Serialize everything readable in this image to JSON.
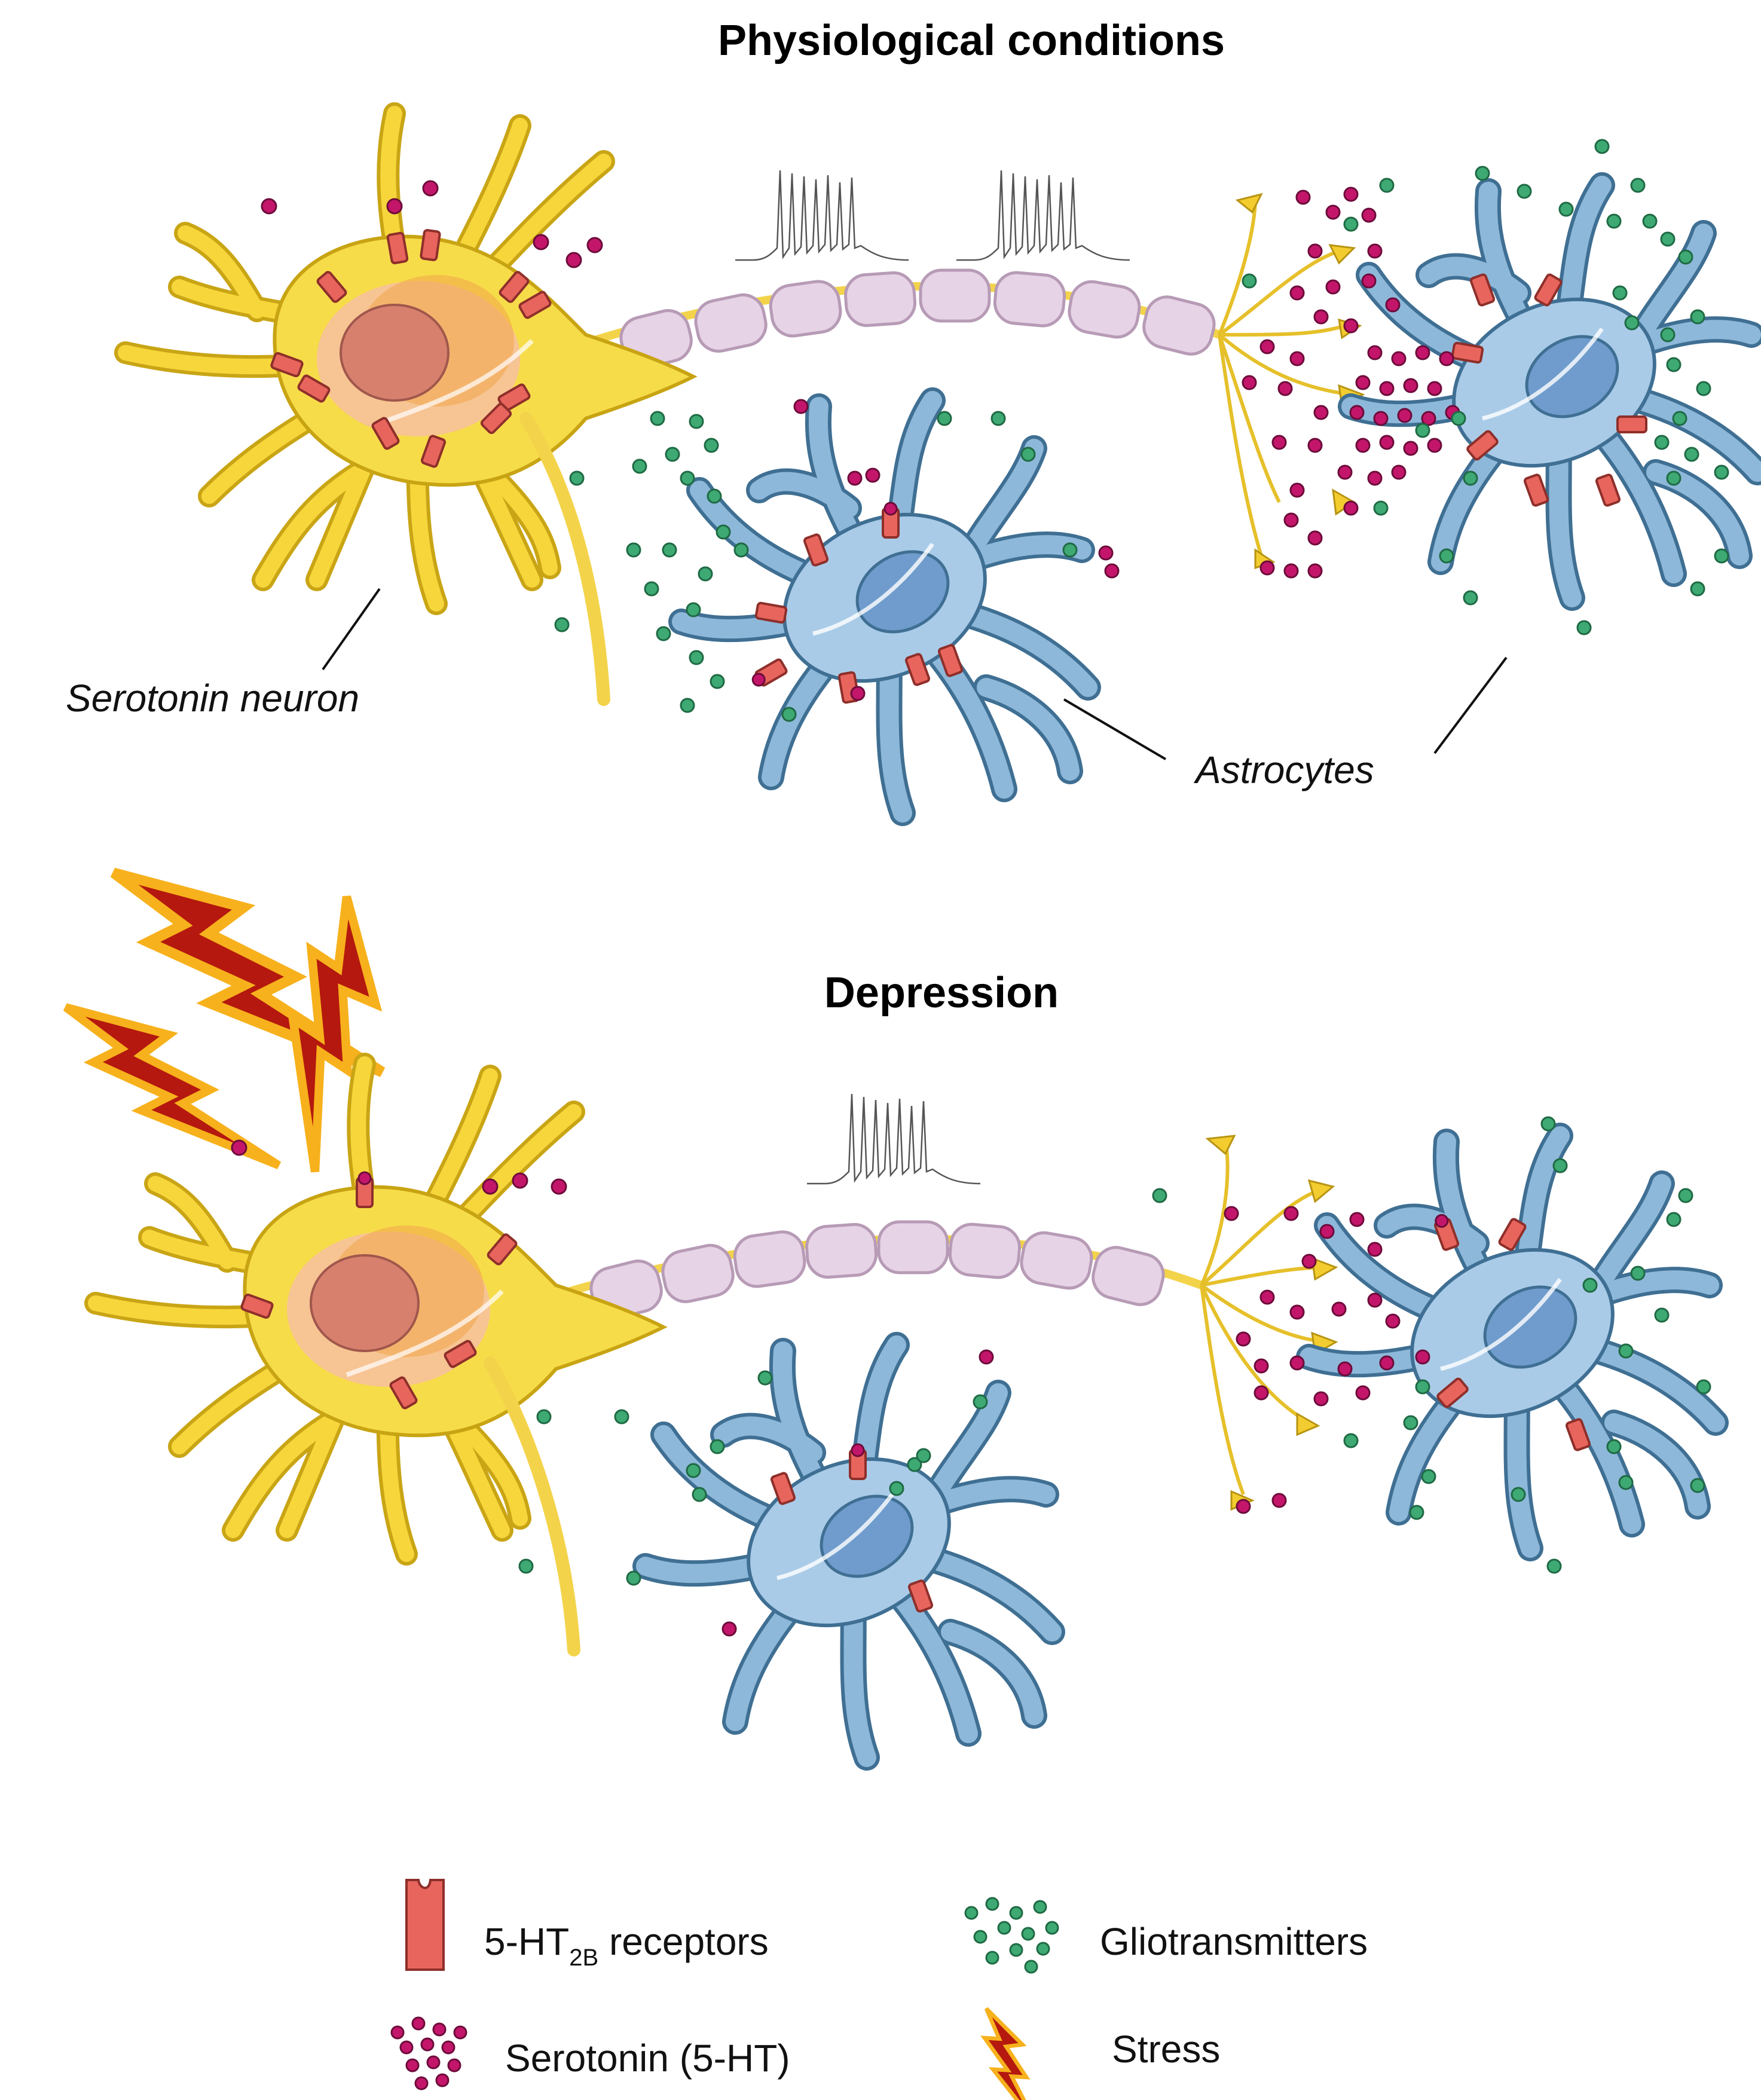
{
  "panels": {
    "top_title": "Physiological conditions",
    "bottom_title": "Depression"
  },
  "labels": {
    "neuron": "Serotonin neuron",
    "astrocytes": "Astrocytes"
  },
  "legend": {
    "receptor_label_prefix": "5-HT",
    "receptor_label_sub": "2B",
    "receptor_label_suffix": " receptors",
    "gliotransmitters": "Gliotransmitters",
    "serotonin": "Serotonin (5-HT)",
    "stress": "Stress"
  },
  "colors": {
    "neuron": "#f7dc4a",
    "astrocyte": "#a9cbe8",
    "receptor": "#e8655e",
    "serotonin": "#c3166b",
    "gliotransmitter": "#3ea973",
    "stress": "#b4180e",
    "myelin": "#e7d3e6"
  },
  "icons": {
    "receptor": "receptor-icon",
    "serotonin": "serotonin-cluster-icon",
    "gliotransmitter": "gliotransmitter-cluster-icon",
    "stress": "lightning-bolt-icon"
  }
}
